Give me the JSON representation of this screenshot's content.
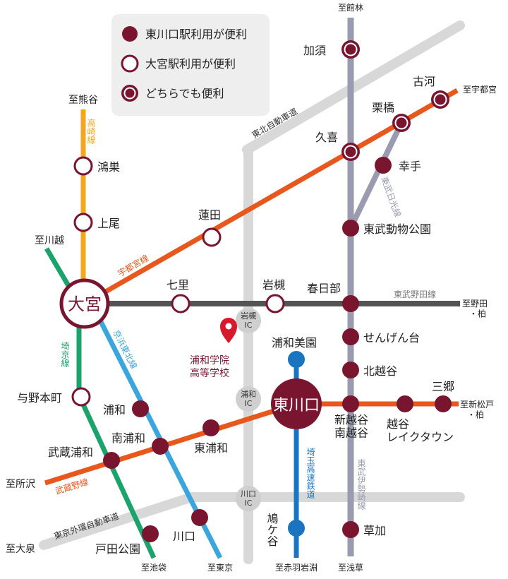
{
  "colors": {
    "station_dark": "#7a1530",
    "station_ring": "#7a1530",
    "utsunomiya": "#e8581c",
    "takasaki": "#f4a61d",
    "saikyo": "#1aa36a",
    "keihin": "#3aa6dd",
    "tobu_noda": "#545454",
    "tobu_isesaki": "#9a9bb0",
    "tobu_nikko": "#9a9bb0",
    "musashino": "#e8581c",
    "saitama_kosoku": "#1a74bf",
    "expressway": "#d8d8d8",
    "legend_bg": "#eeeeee"
  },
  "legend": [
    {
      "type": "filled",
      "label": "東川口駅利用が便利"
    },
    {
      "type": "ring",
      "label": "大宮駅利用が便利"
    },
    {
      "type": "both",
      "label": "どちらでも便利"
    }
  ],
  "lines": [
    {
      "id": "takasaki",
      "label": "高崎線",
      "orientation": "v"
    },
    {
      "id": "utsunomiya",
      "label": "宇都宮線",
      "orientation": "diag"
    },
    {
      "id": "saikyo",
      "label": "埼京線",
      "orientation": "v"
    },
    {
      "id": "keihin",
      "label": "京浜東北線",
      "orientation": "v"
    },
    {
      "id": "tobu_noda",
      "label": "東武野田線",
      "orientation": "h"
    },
    {
      "id": "tobu_nikko",
      "label": "東武日光線",
      "orientation": "v"
    },
    {
      "id": "tobu_isesaki",
      "label": "東武伊勢崎線",
      "orientation": "v"
    },
    {
      "id": "musashino",
      "label": "武蔵野線",
      "orientation": "diag"
    },
    {
      "id": "saitama_kosoku",
      "label": "埼玉高速鉄道",
      "orientation": "v"
    },
    {
      "id": "tohoku_exp",
      "label": "東北自動車道",
      "orientation": "diag"
    },
    {
      "id": "gaikan_exp",
      "label": "東京外環自動車道",
      "orientation": "diag"
    }
  ],
  "ics": [
    {
      "id": "iwatsuki_ic",
      "line1": "岩槻",
      "line2": "IC"
    },
    {
      "id": "urawa_ic",
      "line1": "浦和",
      "line2": "IC"
    },
    {
      "id": "kawaguchi_ic",
      "line1": "川口",
      "line2": "IC"
    }
  ],
  "hubs": {
    "omiya": "大宮",
    "higashikawaguchi": "東川口"
  },
  "stations": [
    {
      "id": "kazo",
      "name": "加須",
      "type": "both"
    },
    {
      "id": "koga",
      "name": "古河",
      "type": "both"
    },
    {
      "id": "kurihashi",
      "name": "栗橋",
      "type": "both"
    },
    {
      "id": "kuki",
      "name": "久喜",
      "type": "both"
    },
    {
      "id": "satte",
      "name": "幸手",
      "type": "filled"
    },
    {
      "id": "tobu_dobutsu",
      "name": "東武動物公園",
      "type": "filled"
    },
    {
      "id": "hasuda",
      "name": "蓮田",
      "type": "ring"
    },
    {
      "id": "konosu",
      "name": "鴻巣",
      "type": "ring"
    },
    {
      "id": "ageo",
      "name": "上尾",
      "type": "ring"
    },
    {
      "id": "nanasato",
      "name": "七里",
      "type": "ring"
    },
    {
      "id": "iwatsuki",
      "name": "岩槻",
      "type": "ring"
    },
    {
      "id": "kasukabe",
      "name": "春日部",
      "type": "filled"
    },
    {
      "id": "sengendai",
      "name": "せんげん台",
      "type": "filled"
    },
    {
      "id": "kitakoshigaya",
      "name": "北越谷",
      "type": "filled"
    },
    {
      "id": "urawa_misono",
      "name": "浦和美園",
      "type": "kosoku"
    },
    {
      "id": "yonohonmachi",
      "name": "与野本町",
      "type": "ring"
    },
    {
      "id": "urawa",
      "name": "浦和",
      "type": "filled"
    },
    {
      "id": "minami_urawa",
      "name": "南浦和",
      "type": "filled"
    },
    {
      "id": "higashi_urawa",
      "name": "東浦和",
      "type": "filled"
    },
    {
      "id": "musashi_urawa",
      "name": "武蔵浦和",
      "type": "filled"
    },
    {
      "id": "shin_koshigaya",
      "name": "新越谷\n南越谷",
      "type": "filled"
    },
    {
      "id": "koshigaya_laketown",
      "name": "越谷\nレイクタウン",
      "type": "filled"
    },
    {
      "id": "misato",
      "name": "三郷",
      "type": "filled"
    },
    {
      "id": "hatogaya",
      "name": "鳩ケ谷",
      "type": "kosoku"
    },
    {
      "id": "soka",
      "name": "草加",
      "type": "filled"
    },
    {
      "id": "kawaguchi",
      "name": "川口",
      "type": "filled"
    },
    {
      "id": "toda_koen",
      "name": "戸田公園",
      "type": "filled"
    }
  ],
  "school": {
    "line1": "浦和学院",
    "line2": "高等学校"
  },
  "destinations": [
    {
      "id": "to_tatebayashi",
      "label": "至館林"
    },
    {
      "id": "to_kumagaya",
      "label": "至熊谷"
    },
    {
      "id": "to_utsunomiya",
      "label": "至宇都宮"
    },
    {
      "id": "to_kawagoe",
      "label": "至川越"
    },
    {
      "id": "to_nodashi",
      "label": "至野田・柏"
    },
    {
      "id": "to_shinmatsudo",
      "label": "至新松戸・柏"
    },
    {
      "id": "to_tokorozawa",
      "label": "至所沢"
    },
    {
      "id": "to_oizumi",
      "label": "至大泉"
    },
    {
      "id": "to_ikebukuro",
      "label": "至池袋"
    },
    {
      "id": "to_tokyo",
      "label": "至東京"
    },
    {
      "id": "to_akabane",
      "label": "至赤羽岩淵"
    },
    {
      "id": "to_asakusa",
      "label": "至浅草"
    }
  ]
}
